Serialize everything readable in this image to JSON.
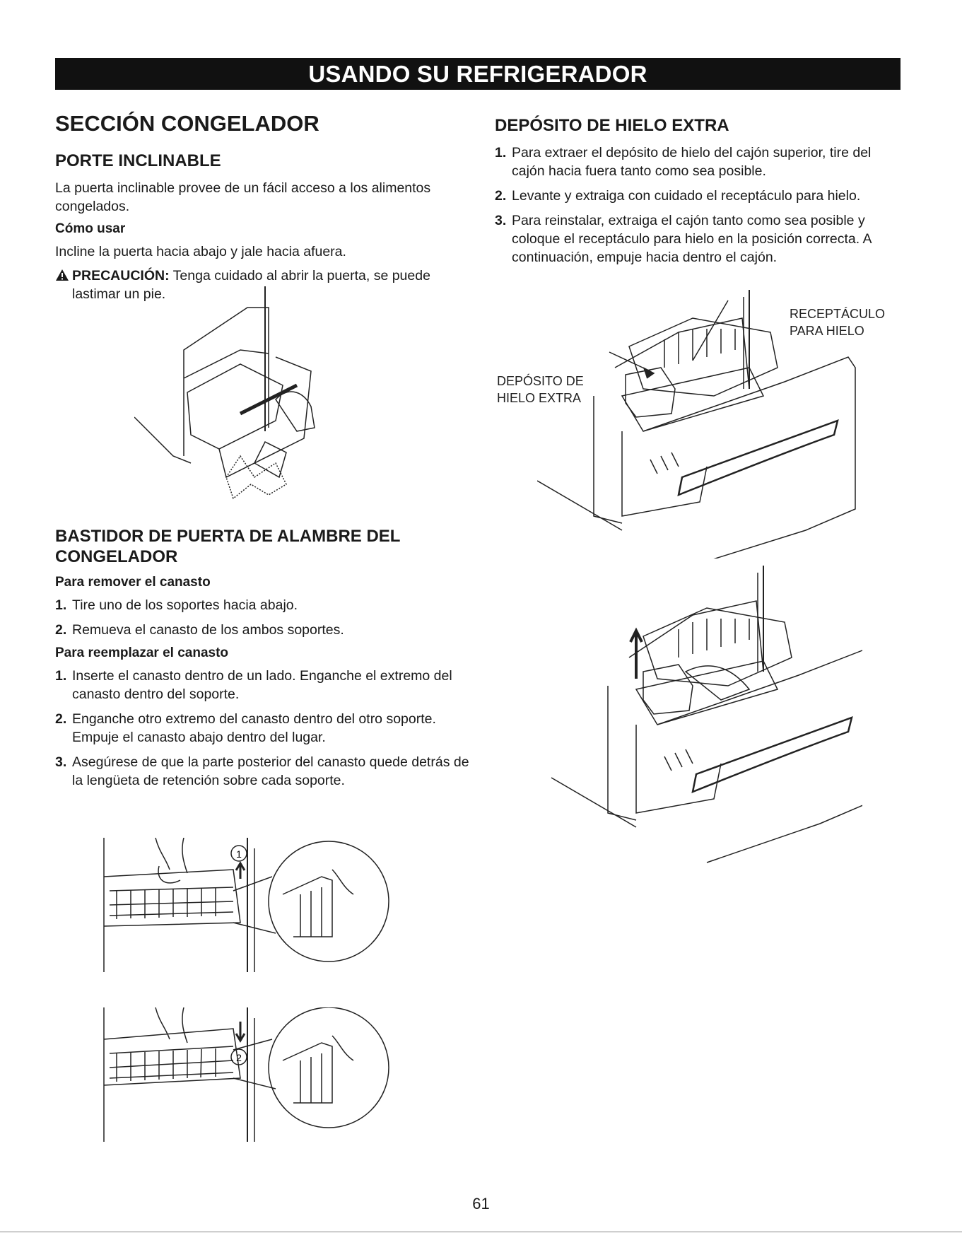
{
  "banner": "USANDO SU REFRIGERADOR",
  "left": {
    "section_title": "SECCIÓN CONGELADOR",
    "tilt": {
      "heading": "PORTE INCLINABLE",
      "intro": "La puerta inclinable provee de un fácil acceso a los alimentos congelados.",
      "how_heading": "Cómo usar",
      "how_text": "Incline la puerta hacia abajo y jale hacia afuera.",
      "caution_label": "PRECAUCIÓN:",
      "caution_text": "Tenga cuidado al abrir la puerta, se puede lastimar un pie."
    },
    "rack": {
      "heading": "BASTIDOR DE PUERTA DE ALAMBRE DEL CONGELADOR",
      "remove_heading": "Para remover el canasto",
      "remove_steps": [
        {
          "n": "1.",
          "text": "Tire uno de los soportes hacia abajo."
        },
        {
          "n": "2.",
          "text": "Remueva el canasto de los ambos soportes."
        }
      ],
      "replace_heading": "Para reemplazar el canasto",
      "replace_steps": [
        {
          "n": "1.",
          "text": "Inserte el canasto dentro de un lado. Enganche el extremo del canasto dentro del soporte."
        },
        {
          "n": "2.",
          "text": "Enganche otro extremo del canasto dentro del otro soporte. Empuje el canasto abajo dentro del lugar."
        },
        {
          "n": "3.",
          "text": "Asegúrese de que la parte posterior del canasto quede detrás de la lengüeta de retención sobre cada soporte."
        }
      ],
      "marker_1": "1",
      "marker_2": "2"
    }
  },
  "right": {
    "heading": "DEPÓSITO DE HIELO EXTRA",
    "steps": [
      {
        "n": "1.",
        "text": "Para extraer el depósito de hielo del cajón superior, tire del cajón hacia fuera tanto como sea posible."
      },
      {
        "n": "2.",
        "text": "Levante y extraiga con cuidado el receptáculo para hielo."
      },
      {
        "n": "3.",
        "text": "Para reinstalar, extraiga el cajón tanto como sea posible y coloque el receptáculo para hielo en la posición correcta. A continuación, empuje hacia dentro el cajón."
      }
    ],
    "callout_receptacle": [
      "RECEPTÁCULO",
      "PARA HIELO"
    ],
    "callout_bin": [
      "DEPÓSITO DE",
      "HIELO EXTRA"
    ]
  },
  "page_number": "61"
}
